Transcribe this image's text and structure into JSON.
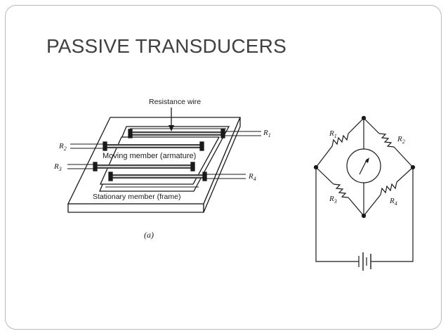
{
  "slide": {
    "title": "PASSIVE TRANSDUCERS"
  },
  "figure_a": {
    "resistance_wire_label": "Resistance wire",
    "moving_member_label": "Moving member (armature)",
    "stationary_member_label": "Stationary member (frame)",
    "caption": "(a)",
    "r_labels": {
      "r1": "R",
      "r2": "R",
      "r3": "R",
      "r4": "R"
    },
    "r_subs": {
      "r1": "1",
      "r2": "2",
      "r3": "3",
      "r4": "4"
    }
  },
  "bridge": {
    "r_labels": {
      "r1": "R",
      "r2": "R",
      "r3": "R",
      "r4": "R"
    },
    "r_subs": {
      "r1": "1",
      "r2": "2",
      "r3": "3",
      "r4": "4"
    },
    "meter_icon": "galvanometer-icon",
    "battery_icon": "battery-icon"
  },
  "colors": {
    "ink": "#1a1a1a",
    "title": "#404040",
    "border": "#b9b9b9"
  }
}
